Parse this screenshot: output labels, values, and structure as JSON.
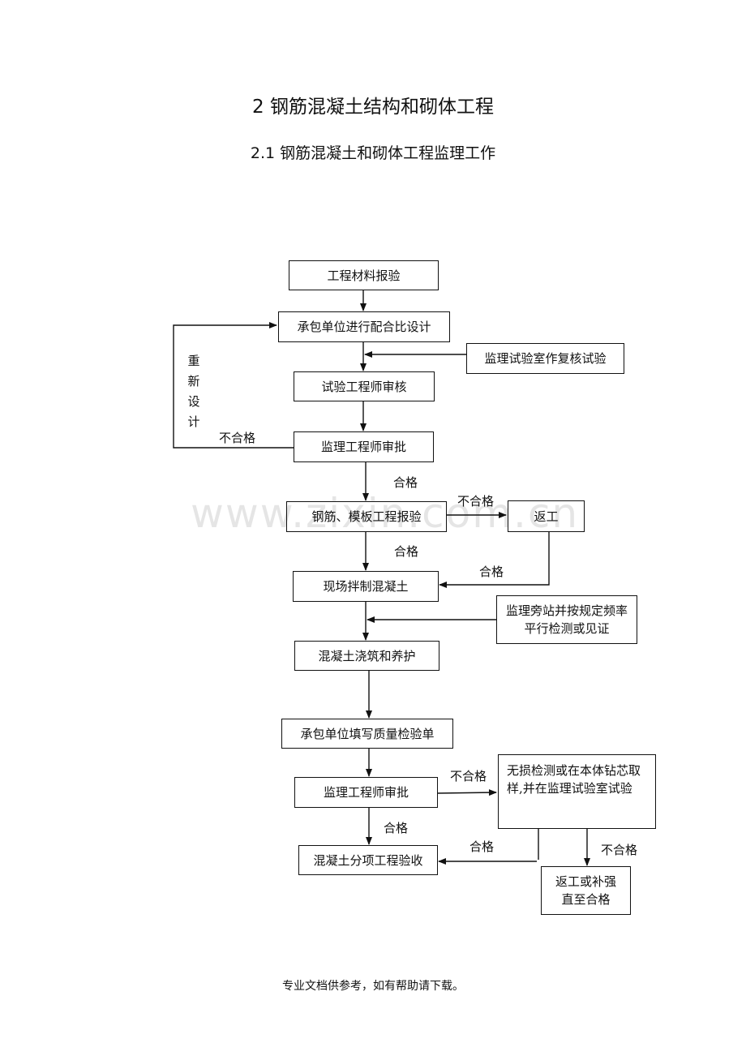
{
  "page": {
    "title": "2  钢筋混凝土结构和砌体工程",
    "subtitle": "2.1  钢筋混凝土和砌体工程监理工作",
    "watermark": "www.zixin.com.cn",
    "footer": "专业文档供参考，如有帮助请下载。"
  },
  "flowchart": {
    "nodes": {
      "material_report": "工程材料报验",
      "mix_design": "承包单位进行配合比设计",
      "lab_recheck": "监理试验室作复核试验",
      "test_engineer_review": "试验工程师审核",
      "supervisor_approve_1": "监理工程师审批",
      "rebar_formwork_report": "钢筋、模板工程报验",
      "rework_1": "返工",
      "onsite_mixing": "现场拌制混凝土",
      "supervise_sampling": "监理旁站并按规定频率平行检测或见证",
      "pouring_curing": "混凝土浇筑和养护",
      "quality_form": "承包单位填写质量检验单",
      "supervisor_approve_2": "监理工程师审批",
      "ndt_coring": "无损检测或在本体钻芯取样,并在监理试验室试验",
      "acceptance": "混凝土分项工程验收",
      "rework_2": "返工或补强直至合格"
    },
    "labels": {
      "redesign": [
        "重",
        "新",
        "设",
        "计"
      ],
      "fail_1": "不合格",
      "pass_1": "合格",
      "fail_2": "不合格",
      "pass_2": "合格",
      "pass_3": "合格",
      "fail_3": "不合格",
      "pass_4": "合格",
      "pass_5": "合格",
      "fail_4": "不合格"
    }
  }
}
